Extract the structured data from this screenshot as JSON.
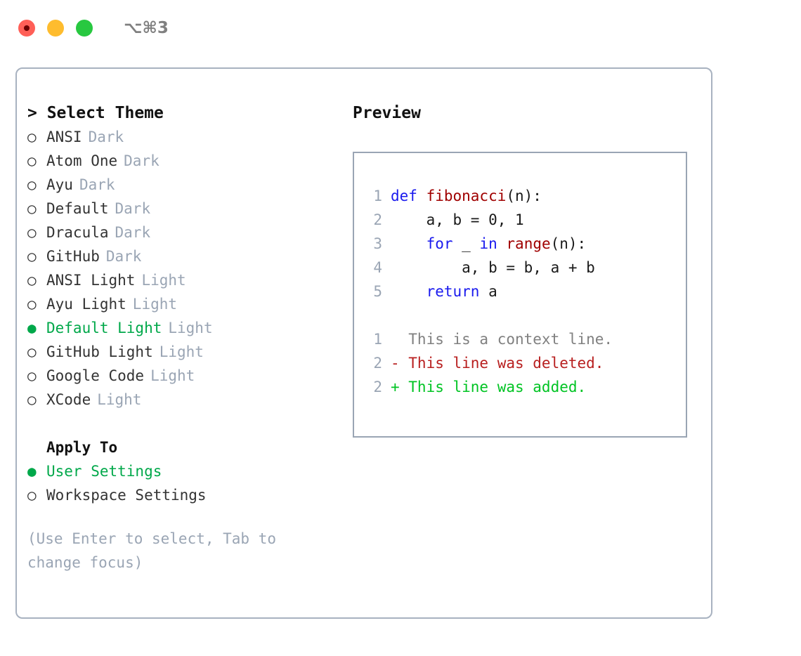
{
  "titlebar": {
    "shortcut": "⌥⌘3",
    "buttons": {
      "close": "close",
      "minimize": "minimize",
      "maximize": "maximize"
    }
  },
  "theme_picker": {
    "heading": "> Select Theme",
    "bullet_unselected": "○",
    "bullet_selected": "●",
    "items": [
      {
        "label": "ANSI",
        "badge": "Dark",
        "selected": false
      },
      {
        "label": "Atom One",
        "badge": "Dark",
        "selected": false
      },
      {
        "label": "Ayu",
        "badge": "Dark",
        "selected": false
      },
      {
        "label": "Default",
        "badge": "Dark",
        "selected": false
      },
      {
        "label": "Dracula",
        "badge": "Dark",
        "selected": false
      },
      {
        "label": "GitHub",
        "badge": "Dark",
        "selected": false
      },
      {
        "label": "ANSI Light",
        "badge": "Light",
        "selected": false
      },
      {
        "label": "Ayu Light",
        "badge": "Light",
        "selected": false
      },
      {
        "label": "Default Light",
        "badge": "Light",
        "selected": true
      },
      {
        "label": "GitHub Light",
        "badge": "Light",
        "selected": false
      },
      {
        "label": "Google Code",
        "badge": "Light",
        "selected": false
      },
      {
        "label": "XCode",
        "badge": "Light",
        "selected": false
      }
    ]
  },
  "apply_to": {
    "heading": "Apply To",
    "items": [
      {
        "label": "User Settings",
        "selected": true
      },
      {
        "label": "Workspace Settings",
        "selected": false
      }
    ]
  },
  "hint": "(Use Enter to select, Tab to change focus)",
  "preview": {
    "heading": "Preview",
    "code_lines": [
      {
        "num": "1",
        "tokens": [
          {
            "text": "def ",
            "kind": "kw"
          },
          {
            "text": "fibonacci",
            "kind": "fn"
          },
          {
            "text": "(n):",
            "kind": "pl"
          }
        ]
      },
      {
        "num": "2",
        "tokens": [
          {
            "text": "    a, b = 0, 1",
            "kind": "pl"
          }
        ]
      },
      {
        "num": "3",
        "tokens": [
          {
            "text": "    ",
            "kind": "pl"
          },
          {
            "text": "for",
            "kind": "kw"
          },
          {
            "text": " _ ",
            "kind": "pl"
          },
          {
            "text": "in",
            "kind": "kw"
          },
          {
            "text": " ",
            "kind": "pl"
          },
          {
            "text": "range",
            "kind": "fn"
          },
          {
            "text": "(n):",
            "kind": "pl"
          }
        ]
      },
      {
        "num": "4",
        "tokens": [
          {
            "text": "        a, b = b, a + b",
            "kind": "pl"
          }
        ]
      },
      {
        "num": "5",
        "tokens": [
          {
            "text": "    ",
            "kind": "pl"
          },
          {
            "text": "return",
            "kind": "kw"
          },
          {
            "text": " a",
            "kind": "pl"
          }
        ]
      }
    ],
    "diff_lines": [
      {
        "num": "1",
        "tokens": [
          {
            "text": "  This is a context line.",
            "kind": "ctx"
          }
        ]
      },
      {
        "num": "2",
        "tokens": [
          {
            "text": "- This line was deleted.",
            "kind": "del"
          }
        ]
      },
      {
        "num": "2",
        "tokens": [
          {
            "text": "+ This line was added.",
            "kind": "add"
          }
        ]
      }
    ]
  },
  "colors": {
    "accent_green": "#00a84a",
    "muted": "#9aa5b4",
    "keyword_blue": "#1a1aee",
    "function_red": "#a00000",
    "diff_deleted": "#b81f1f",
    "diff_added": "#00c423",
    "border": "#a8b2c0"
  }
}
